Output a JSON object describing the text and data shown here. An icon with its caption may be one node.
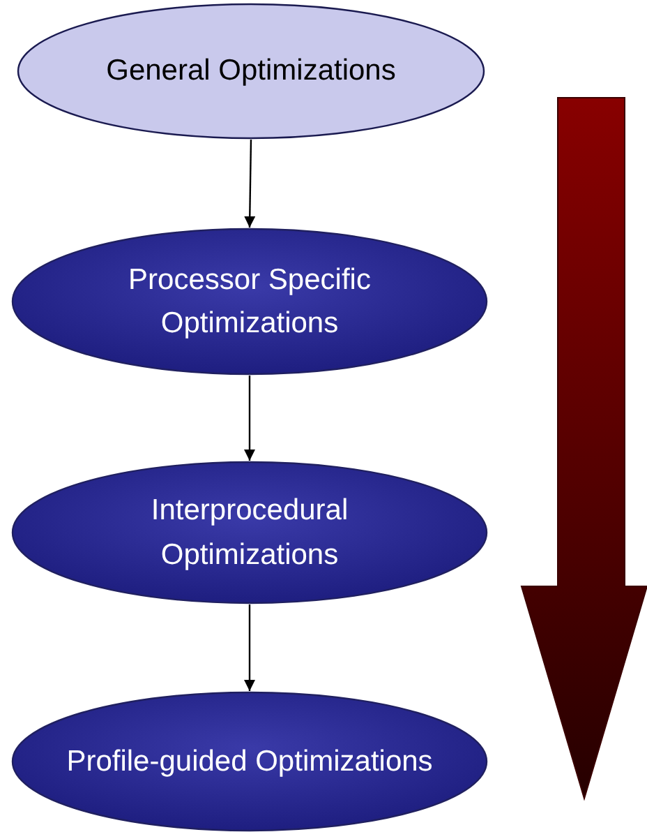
{
  "diagram": {
    "nodes": [
      {
        "text": [
          "General Optimizations"
        ]
      },
      {
        "text": [
          "Processor Specific Optimizations"
        ]
      },
      {
        "text": [
          "Interprocedural Optimizations"
        ]
      },
      {
        "text": [
          "Profile-guided Optimizations"
        ]
      }
    ],
    "edges": [
      {
        "from": 0,
        "to": 1,
        "arrow": "to"
      },
      {
        "from": 1,
        "to": 2,
        "arrow": "to"
      },
      {
        "from": 2,
        "to": 3,
        "arrow": "to"
      }
    ]
  }
}
